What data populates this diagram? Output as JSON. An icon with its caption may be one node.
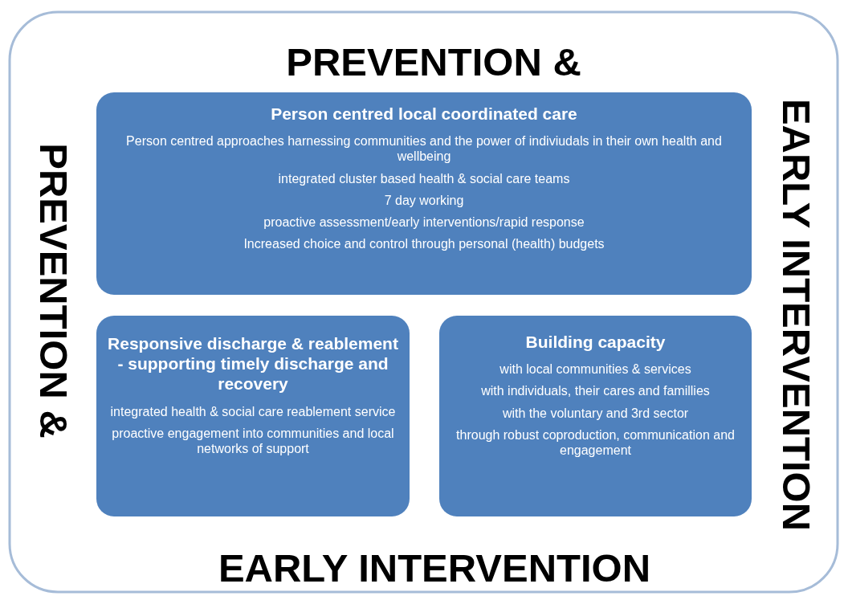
{
  "diagram": {
    "nodes": [
      {
        "text": [
          "Person centred local coordinated care",
          "Person centred approaches harnessing communities and the power of indiviudals in their own health and wellbeing",
          "integrated cluster based health & social care teams",
          "7 day working",
          "proactive assessment/early interventions/rapid response",
          "Increased choice and control through personal (health) budgets"
        ]
      },
      {
        "text": [
          "Responsive discharge & reablement - supporting timely discharge and recovery",
          "integrated health & social care reablement service",
          "proactive engagement into communities and local networks of support"
        ]
      },
      {
        "text": [
          "Building capacity",
          "with local communities & services",
          "with individuals, their cares and famillies",
          "with the voluntary and 3rd sector",
          "through robust coproduction, communication and engagement"
        ]
      }
    ],
    "labels": [
      "PREVENTION &",
      "PREVENTION &",
      "EARLY INTERVENTION",
      "EARLY INTERVENTION"
    ]
  }
}
